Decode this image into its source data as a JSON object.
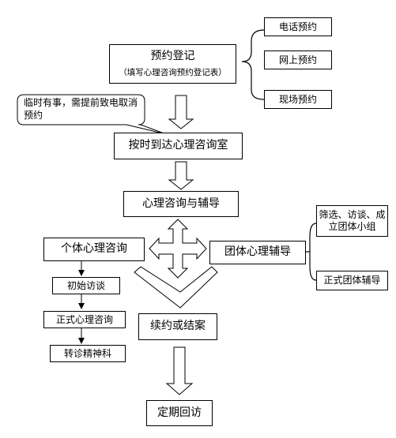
{
  "nodes": {
    "registration": {
      "title": "预约登记",
      "subtitle": "（填写心理咨询预约登记表）"
    },
    "phone": "电话预约",
    "online": "网上预约",
    "onsite": "现场预约",
    "cancel_note": "临时有事，需提前致电取消预约",
    "arrive": "按时到达心理咨询室",
    "counseling": "心理咨询与辅导",
    "individual": "个体心理咨询",
    "group": "团体心理辅导",
    "screening": "筛选、访谈、成立团体小组",
    "formal_group": "正式团体辅导",
    "initial_interview": "初始访谈",
    "formal_counseling": "正式心理咨询",
    "referral": "转诊精神科",
    "continue_or_close": "续约或结案",
    "followup": "定期回访"
  }
}
